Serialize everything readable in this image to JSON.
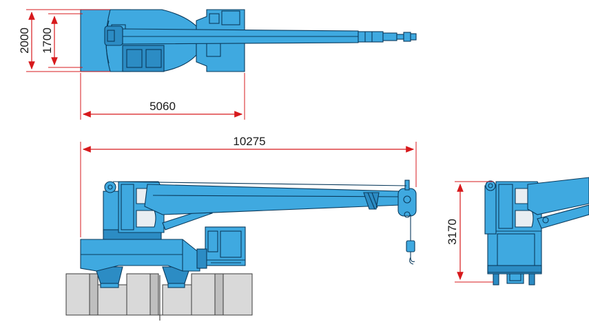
{
  "dimensions": {
    "top_width": "2000",
    "top_inner_width": "1700",
    "top_length": "5060",
    "overall_length": "10275",
    "height": "3170"
  },
  "colors": {
    "crane_body": "#3fa9e0",
    "crane_outline": "#0a3a5c",
    "dimension_lines": "#d7191c",
    "blocks": "#d9d9d9"
  }
}
